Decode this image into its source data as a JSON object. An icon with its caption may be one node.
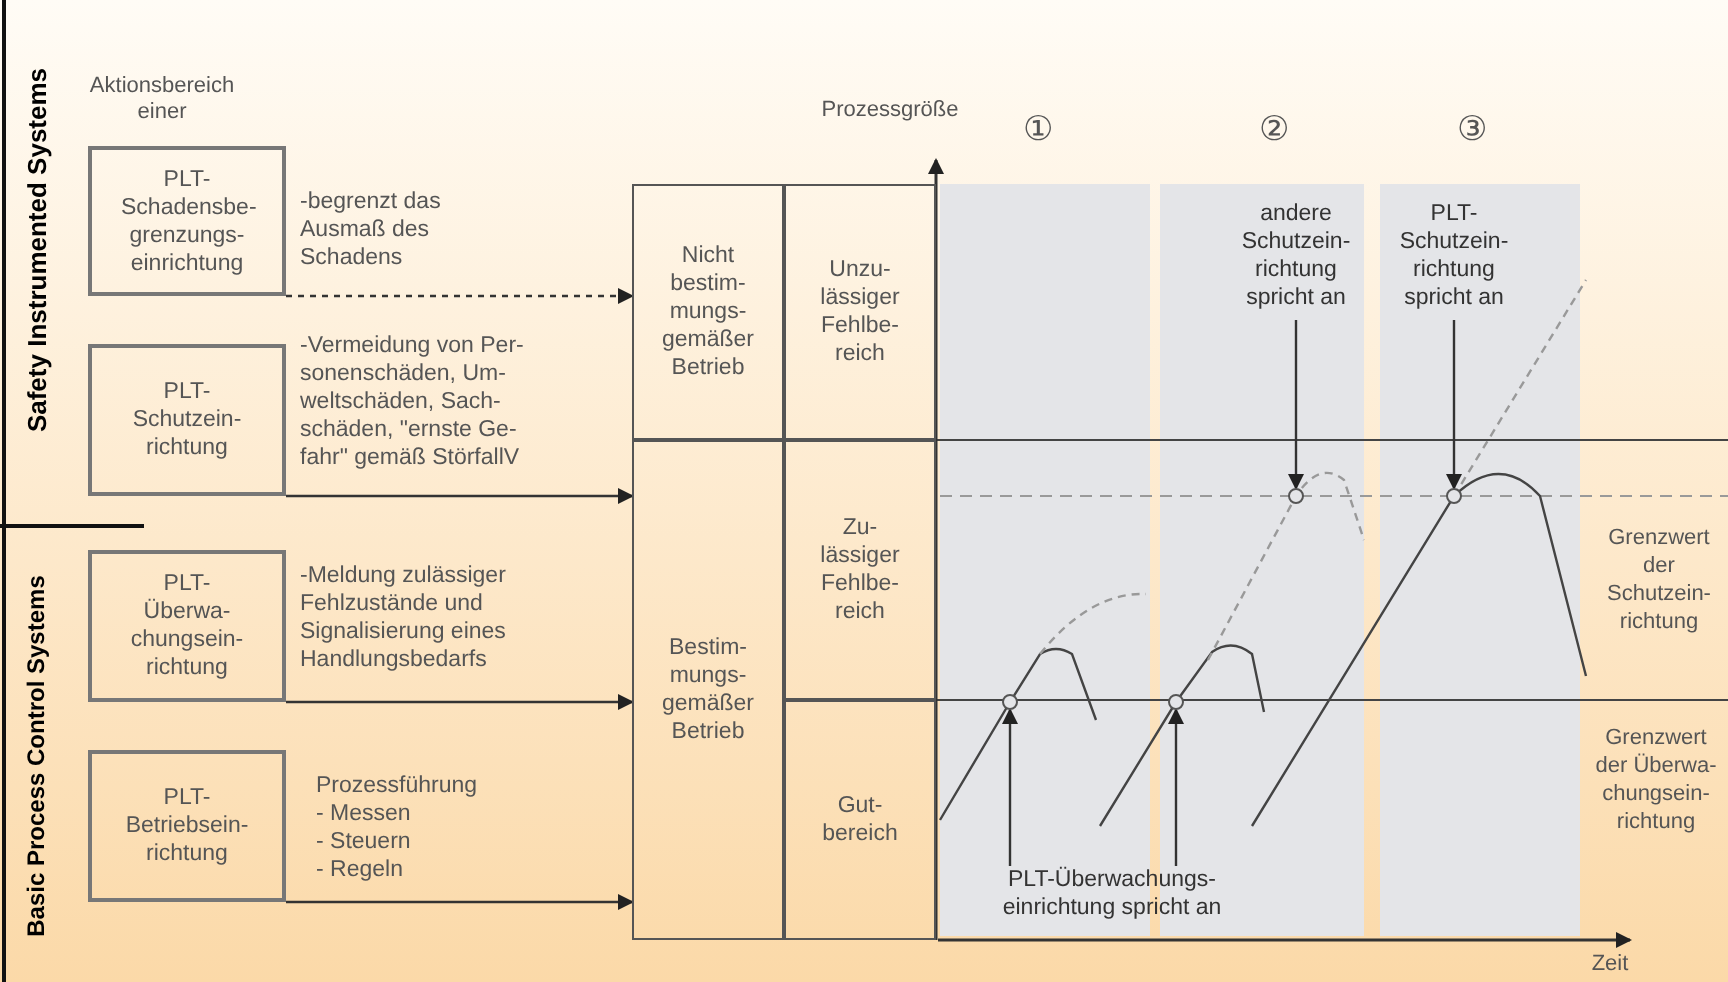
{
  "diagram": {
    "nodes": [
      {
        "text": [
          "PLT- Schadensbe- grenzungs- einrichtung"
        ],
        "beside": [
          "-begrenzt das Ausmaß des Schadens"
        ]
      },
      {
        "text": [
          "PLT- Schutzein- richtung"
        ],
        "beside": [
          "-Vermeidung von Per- sonenschäden, Um- weltschäden, Sach- schäden, \"ernste Ge- fahr\" gemäß StörfallV"
        ]
      },
      {
        "text": [
          "PLT- Überwa- chungsein- richtung"
        ],
        "beside": [
          "-Meldung zulässiger Fehlzustände und Signalisierung eines Handlungsbedarfs"
        ]
      },
      {
        "text": [
          "PLT- Betriebsein- richtung"
        ],
        "beside": [
          "Prozessführung",
          "- Messen",
          "- Steuern",
          "- Regeln"
        ]
      },
      {
        "text": [
          "Nicht bestim- mungs- gemäßer Betrieb"
        ]
      },
      {
        "text": [
          "Unzu- lässiger Fehlbe- reich"
        ]
      },
      {
        "text": [
          "Bestim- mungs- gemäßer Betrieb"
        ]
      },
      {
        "text": [
          "Zu- lässiger Fehlbe- reich"
        ]
      },
      {
        "text": [
          "Gut- bereich"
        ]
      },
      {
        "text": [
          "andere Schutzein- richtung spricht an"
        ]
      },
      {
        "text": [],
        "shape": "circle"
      },
      {
        "text": [
          "PLT- Schutzein- richtung spricht an"
        ]
      },
      {
        "text": [],
        "shape": "circle"
      },
      {
        "text": [
          "PLT-Überwachungs- einrichtung spricht an"
        ]
      },
      {
        "text": [],
        "shape": "circle"
      },
      {
        "text": [],
        "shape": "circle"
      }
    ],
    "edges": [
      {
        "from": 0,
        "to": 4,
        "arrow": "to",
        "style": "dashed"
      },
      {
        "from": 1,
        "to": 6,
        "arrow": "to"
      },
      {
        "from": 2,
        "to": 6,
        "arrow": "to"
      },
      {
        "from": 3,
        "to": 6,
        "arrow": "to"
      },
      {
        "from": 9,
        "to": 10,
        "arrow": "to"
      },
      {
        "from": 11,
        "to": 12,
        "arrow": "to"
      },
      {
        "from": 13,
        "to": 14,
        "arrow": "to"
      },
      {
        "from": 13,
        "to": 15,
        "arrow": "to"
      }
    ],
    "labels": [
      "Safety Instrumented Systems",
      "Basic Process Control Systems",
      "Aktionsbereich einer",
      "Prozessgröße",
      "①",
      "②",
      "③",
      "Grenzwert der Schutzein- richtung",
      "Grenzwert der Überwa- chungsein- richtung",
      "Zeit"
    ]
  }
}
